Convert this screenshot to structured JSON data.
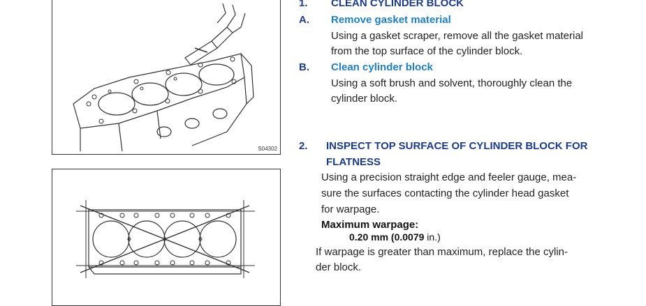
{
  "figures": {
    "fig1_code": "S04302"
  },
  "step1": {
    "num": "1.",
    "title": "CLEAN CYLINDER BLOCK",
    "a": {
      "letter": "A.",
      "title": "Remove gasket material",
      "lines": [
        "Using a gasket scraper, remove all the gasket material",
        "from the top surface of the cylinder block."
      ]
    },
    "b": {
      "letter": "B.",
      "title": "Clean cylinder block",
      "lines": [
        "Using a soft brush and solvent, thoroughly clean the",
        "cylinder block."
      ]
    }
  },
  "step2": {
    "num": "2.",
    "title_lines": [
      "INSPECT TOP SURFACE OF CYLINDER BLOCK FOR",
      "FLATNESS"
    ],
    "lines": [
      "Using a precision straight edge and feeler gauge, mea-",
      "sure the surfaces contacting the cylinder head gasket",
      "for warpage."
    ],
    "max_label": "Maximum warpage:",
    "max_value": "0.20 mm (0.0079",
    "max_unit": " in.)",
    "after_lines": [
      "If warpage is greater than maximum, replace the cylin-",
      "der block."
    ]
  }
}
